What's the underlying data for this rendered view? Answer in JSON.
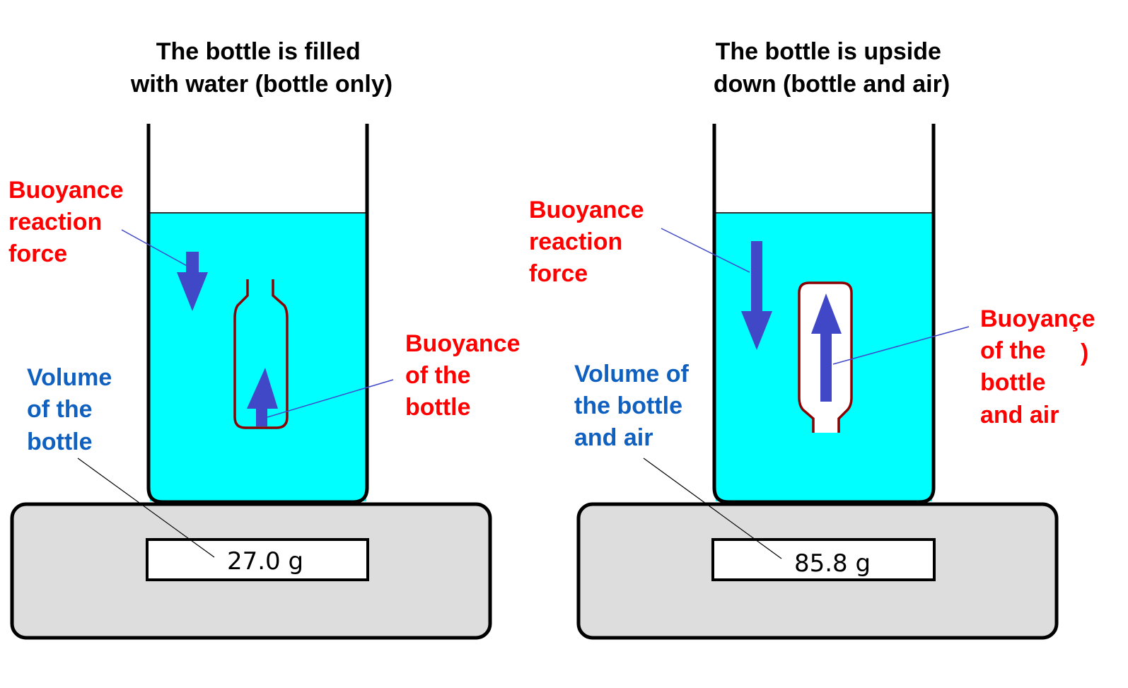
{
  "left": {
    "title": [
      "The bottle is filled",
      "with water (bottle only)"
    ],
    "reaction_label": [
      "Buoyance",
      "reaction",
      "force"
    ],
    "buoyance_label": [
      "Buoyance",
      "of the",
      "bottle"
    ],
    "volume_label": [
      "Volume",
      "of the",
      "bottle"
    ],
    "scale_reading": "27.0 g"
  },
  "right": {
    "title": [
      "The bottle is upside",
      "down (bottle and air)"
    ],
    "reaction_label": [
      "Buoyance",
      "reaction",
      "force"
    ],
    "buoyance_label": [
      "Buoyançe",
      "of the",
      "bottle",
      "and air"
    ],
    "stray_mark": ")",
    "volume_label": [
      "Volume of",
      "the bottle",
      "and air"
    ],
    "scale_reading": "85.8 g"
  },
  "colors": {
    "water": "#00ffff",
    "arrow": "#4048c8",
    "bottle": "#8b0000",
    "red_text": "#ff0000",
    "blue_text": "#1060c0",
    "scale": "#dddddd"
  }
}
